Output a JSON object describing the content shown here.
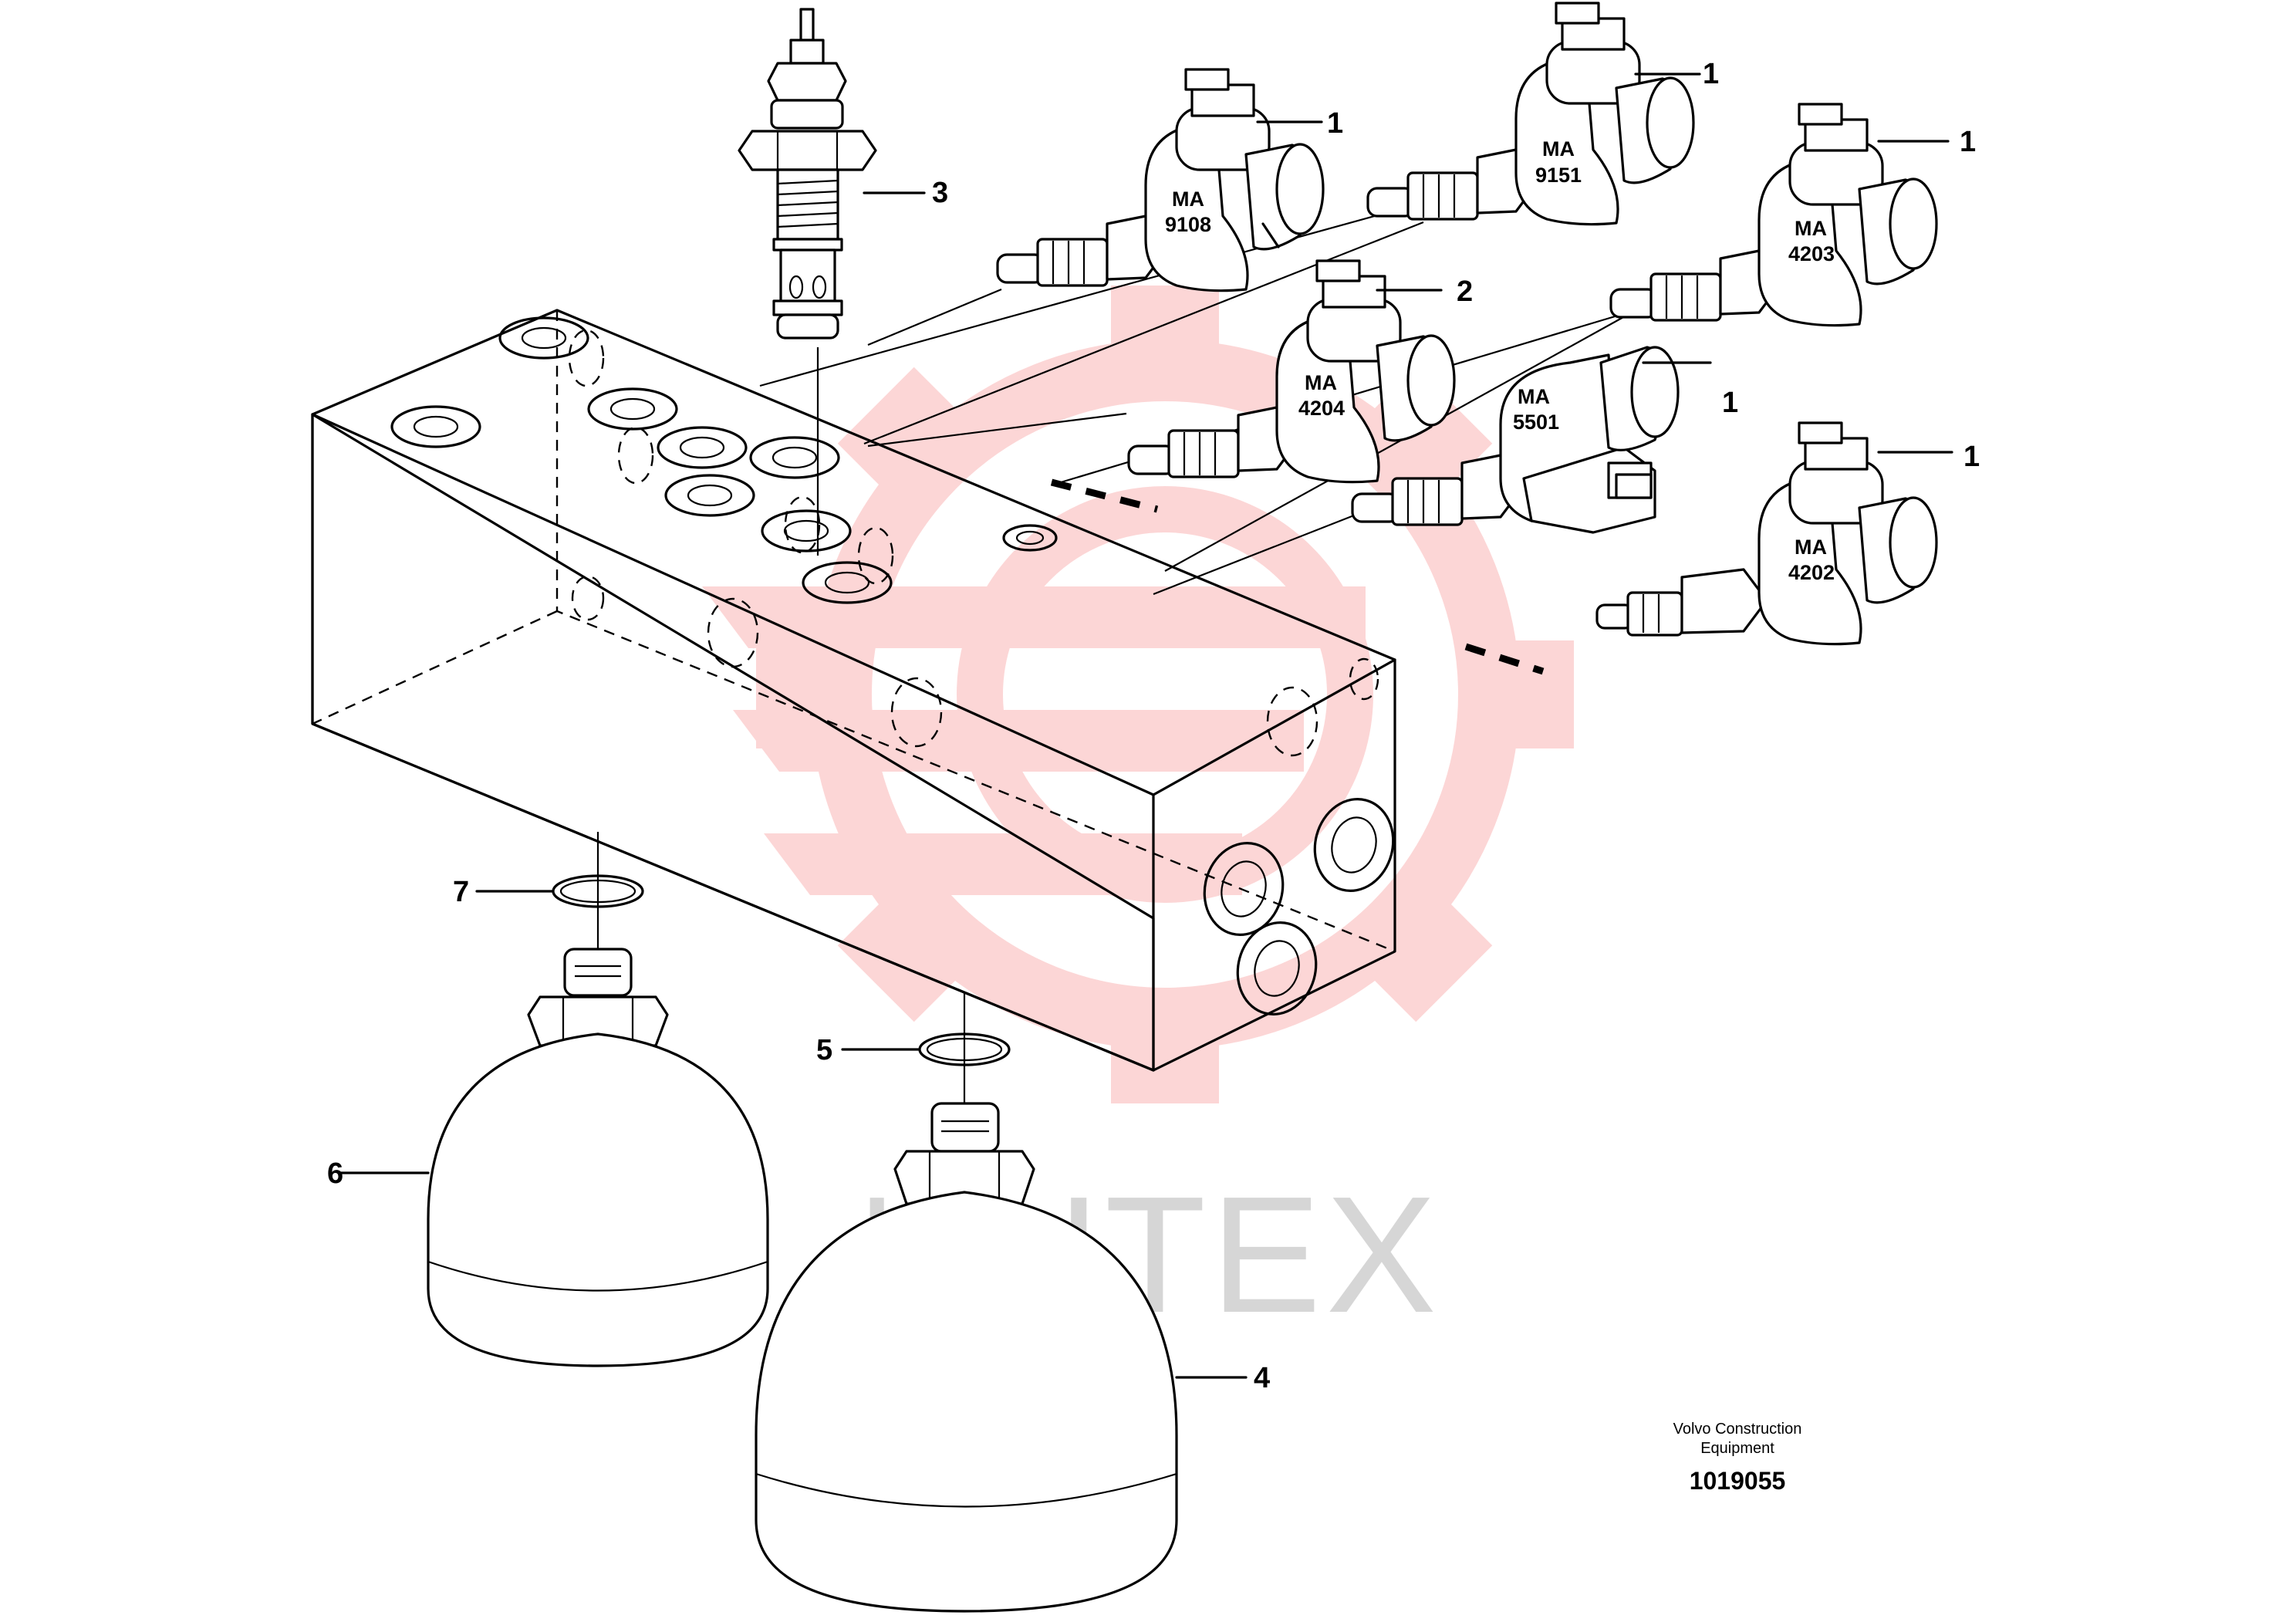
{
  "footer": {
    "company_line1": "Volvo Construction",
    "company_line2": "Equipment",
    "drawing_number": "1019055"
  },
  "watermark": {
    "text": "ИНТЕХ",
    "color": "#f24a4a"
  },
  "callouts": [
    {
      "id": "c1a",
      "label": "1"
    },
    {
      "id": "c1b",
      "label": "1"
    },
    {
      "id": "c1c",
      "label": "1"
    },
    {
      "id": "c2",
      "label": "2"
    },
    {
      "id": "c1d",
      "label": "1"
    },
    {
      "id": "c1e",
      "label": "1"
    },
    {
      "id": "c3",
      "label": "3"
    },
    {
      "id": "c7",
      "label": "7"
    },
    {
      "id": "c5",
      "label": "5"
    },
    {
      "id": "c6",
      "label": "6"
    },
    {
      "id": "c4",
      "label": "4"
    }
  ],
  "valves": [
    {
      "id": "v9108",
      "line1": "MA",
      "line2": "9108"
    },
    {
      "id": "v9151",
      "line1": "MA",
      "line2": "9151"
    },
    {
      "id": "v4203",
      "line1": "MA",
      "line2": "4203"
    },
    {
      "id": "v4204",
      "line1": "MA",
      "line2": "4204"
    },
    {
      "id": "v5501",
      "line1": "MA",
      "line2": "5501"
    },
    {
      "id": "v4202",
      "line1": "MA",
      "line2": "4202"
    }
  ]
}
